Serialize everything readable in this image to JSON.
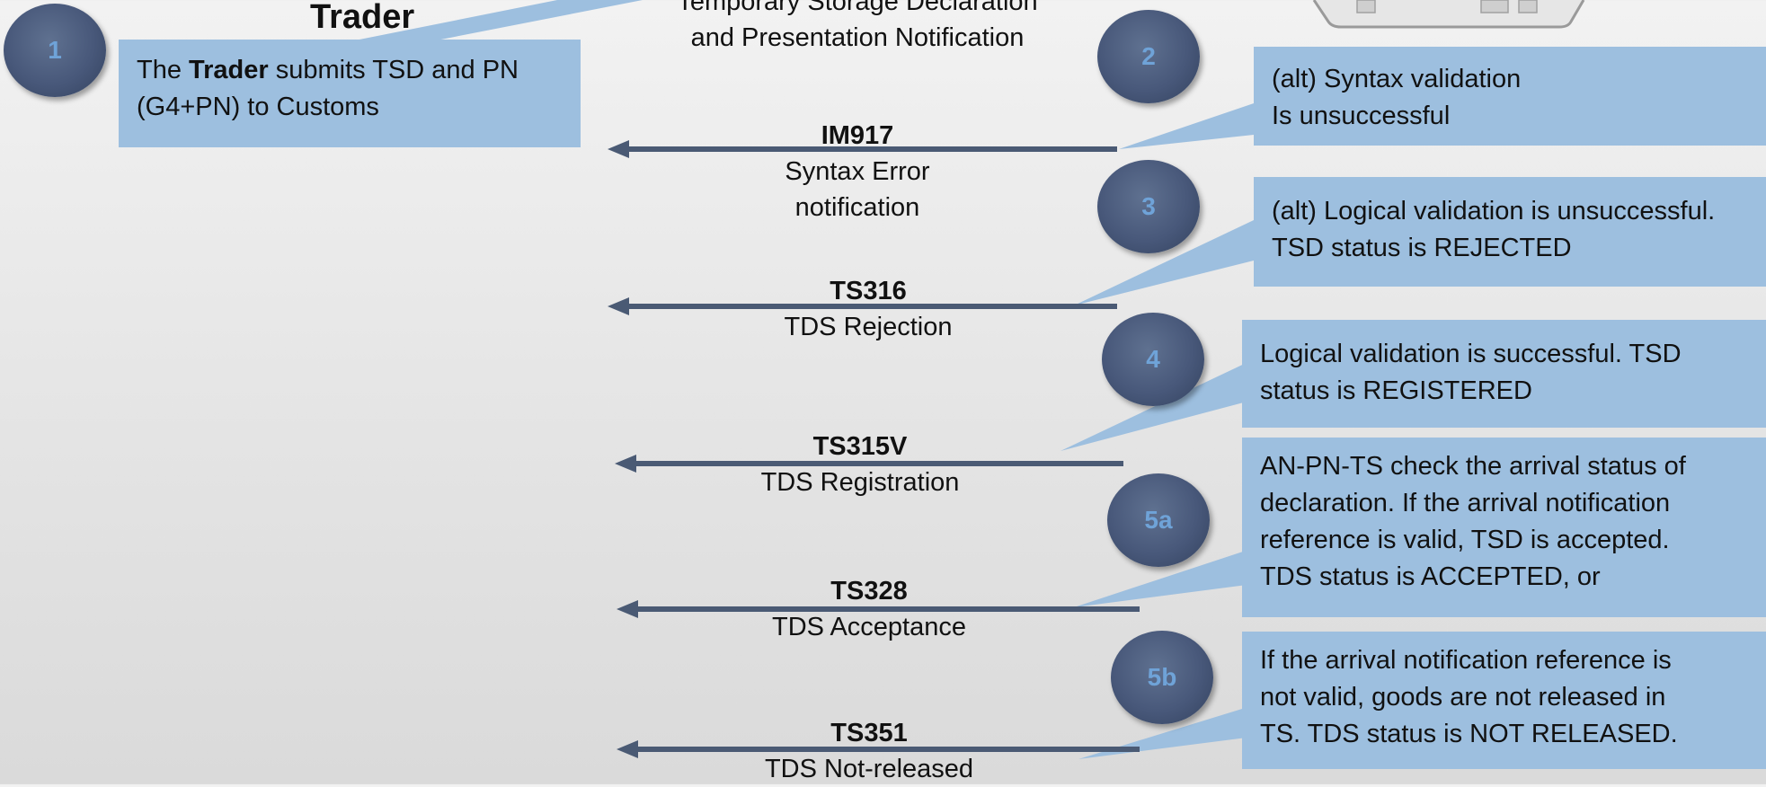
{
  "trader": {
    "title": "Trader"
  },
  "top_message": {
    "line1": "Temporary Storage Declaration",
    "line2": "and Presentation Notification"
  },
  "steps": [
    {
      "number": "1",
      "text_pre": "The ",
      "text_bold": "Trader",
      "text_post": " submits TSD and PN",
      "text_line2": "(G4+PN) to Customs"
    },
    {
      "number": "2",
      "line1": "(alt) Syntax validation",
      "line2": "Is unsuccessful"
    },
    {
      "number": "3",
      "line1": "(alt) Logical validation is unsuccessful.",
      "line2": "TSD status is REJECTED"
    },
    {
      "number": "4",
      "line1": "Logical validation is successful. TSD",
      "line2": "status is REGISTERED"
    },
    {
      "number": "5a",
      "line1": "AN-PN-TS check the arrival status of",
      "line2": "declaration. If the arrival notification",
      "line3": "reference is valid, TSD is accepted.",
      "line4": "TDS status is ACCEPTED, or"
    },
    {
      "number": "5b",
      "line1": "If the arrival notification reference is",
      "line2": "not valid, goods are not released in",
      "line3": "TS. TDS status is NOT RELEASED."
    }
  ],
  "messages": [
    {
      "code": "IM917",
      "label_line1": "Syntax Error",
      "label_line2": "notification"
    },
    {
      "code": "TS316",
      "label_line1": "TDS Rejection"
    },
    {
      "code": "TS315V",
      "label_line1": "TDS Registration"
    },
    {
      "code": "TS328",
      "label_line1": "TDS Acceptance"
    },
    {
      "code": "TS351",
      "label_line1": "TDS Not-released"
    }
  ],
  "colors": {
    "callout": "#9dbfdf",
    "arrow": "#4a5a74",
    "circle": "#48587a",
    "number": "#6fa3d8"
  }
}
